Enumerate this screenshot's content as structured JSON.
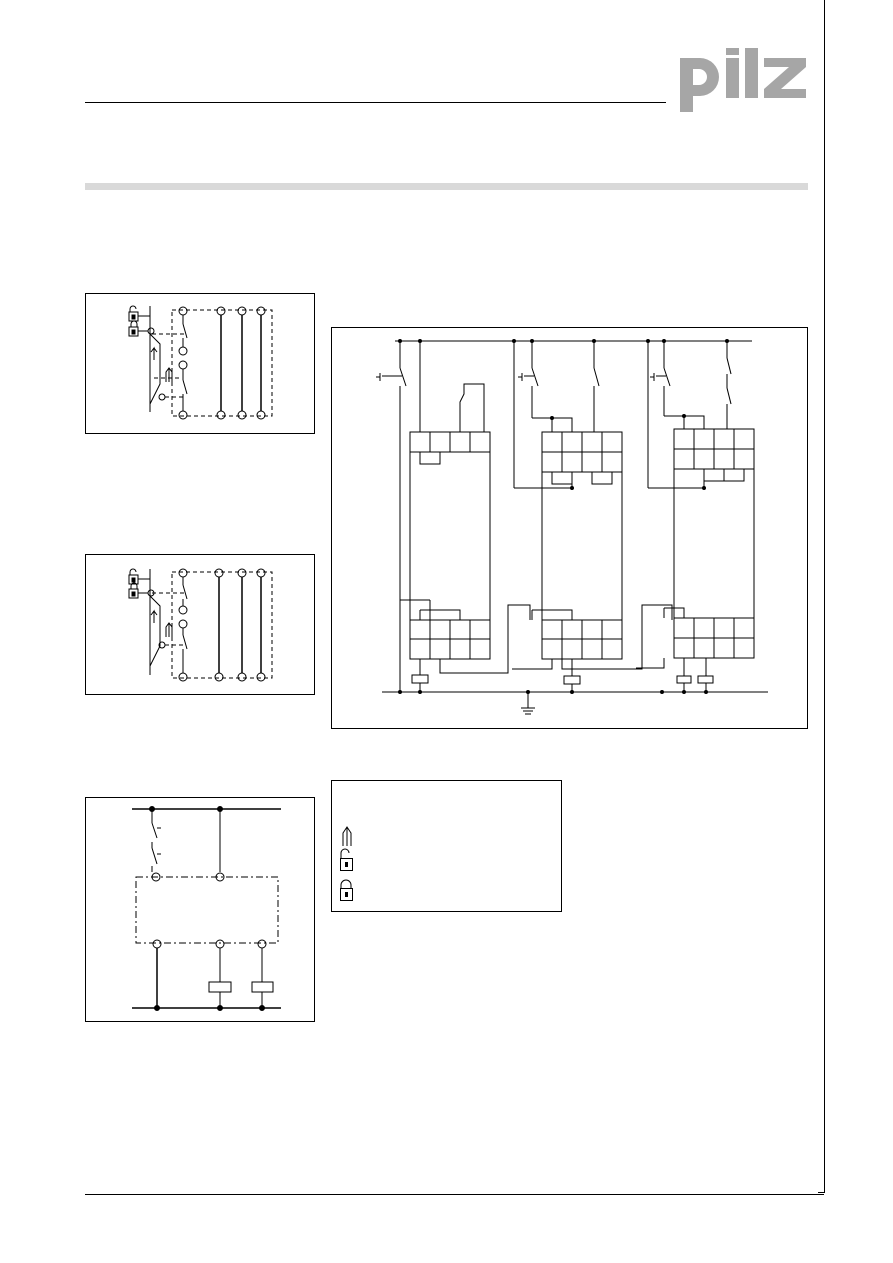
{
  "brand": {
    "logo_text": "pilz",
    "logo_color": "#a6a6a6"
  },
  "colors": {
    "rule": "#000000",
    "band": "#d9d9d9"
  },
  "figures": {
    "figure1": {
      "kind": "contact-switch-diagram",
      "icons": [
        "unlocked-padlock-icon",
        "locked-padlock-icon",
        "actuation-arrow-icon"
      ]
    },
    "figure2": {
      "kind": "contact-switch-diagram",
      "icons": [
        "unlocked-padlock-icon",
        "locked-padlock-icon",
        "actuation-arrow-icon"
      ]
    },
    "figure3": {
      "kind": "relay-contact-diagram"
    },
    "main_wiring": {
      "kind": "three-unit-wiring-diagram",
      "units": 3
    }
  },
  "legend": {
    "symbols": [
      "actuation-arrow-icon",
      "unlocked-padlock-icon",
      "locked-padlock-icon"
    ]
  }
}
